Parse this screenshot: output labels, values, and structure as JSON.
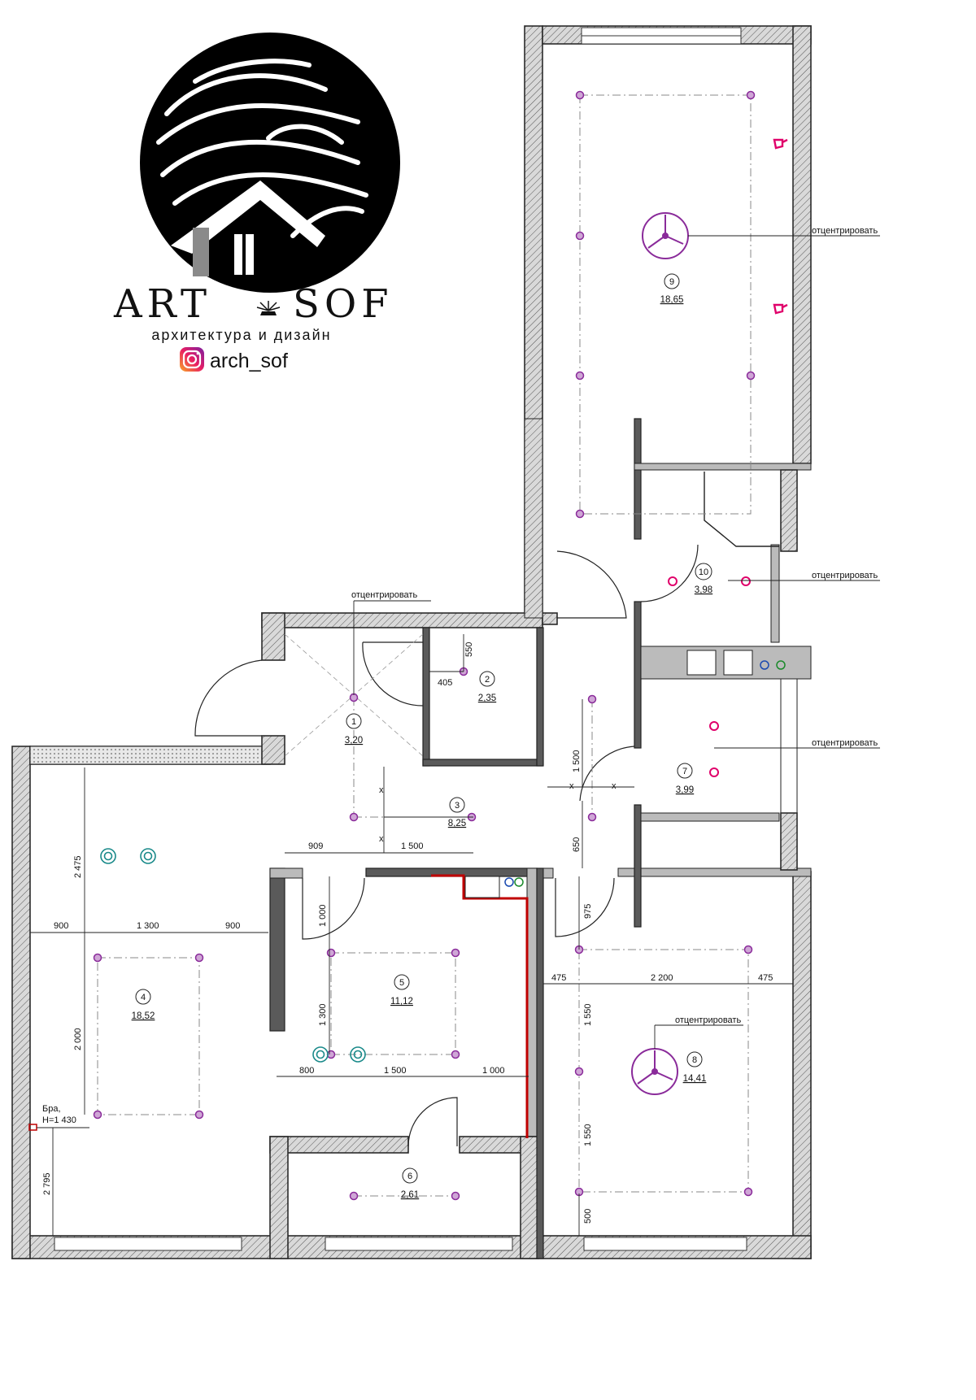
{
  "brand": {
    "name_left": "ART",
    "name_right": "SOF",
    "tagline": "архитектура и дизайн",
    "instagram": "arch_sof"
  },
  "rooms": [
    {
      "num": "1",
      "area": "3,20"
    },
    {
      "num": "2",
      "area": "2,35"
    },
    {
      "num": "3",
      "area": "8,25"
    },
    {
      "num": "4",
      "area": "18,52"
    },
    {
      "num": "5",
      "area": "11,12"
    },
    {
      "num": "6",
      "area": "2,61"
    },
    {
      "num": "7",
      "area": "3,99"
    },
    {
      "num": "8",
      "area": "14,41"
    },
    {
      "num": "9",
      "area": "18,65"
    },
    {
      "num": "10",
      "area": "3,98"
    }
  ],
  "notes": {
    "center": "отцентрировать",
    "sconce_line1": "Бра,",
    "sconce_line2": "H=1 430"
  },
  "dimensions": {
    "d550": "550",
    "d405": "405",
    "d909": "909",
    "d1500a": "1 500",
    "d1500b": "1 500",
    "d650": "650",
    "d1500c": "1 500",
    "d2475": "2 475",
    "d900a": "900",
    "d1300a": "1 300",
    "d900b": "900",
    "d2000": "2 000",
    "d2795": "2 795",
    "d1000a": "1 000",
    "d1300b": "1 300",
    "d800": "800",
    "d1000b": "1 000",
    "d975": "975",
    "d475a": "475",
    "d2200": "2 200",
    "d475b": "475",
    "d1550a": "1 550",
    "d1550b": "1 550",
    "d500": "500",
    "x": "x"
  },
  "colors": {
    "lamp": "#8a2b9a",
    "sconce": "#e0006a",
    "accent_red": "#c00000",
    "teal": "#1a8a8a"
  }
}
